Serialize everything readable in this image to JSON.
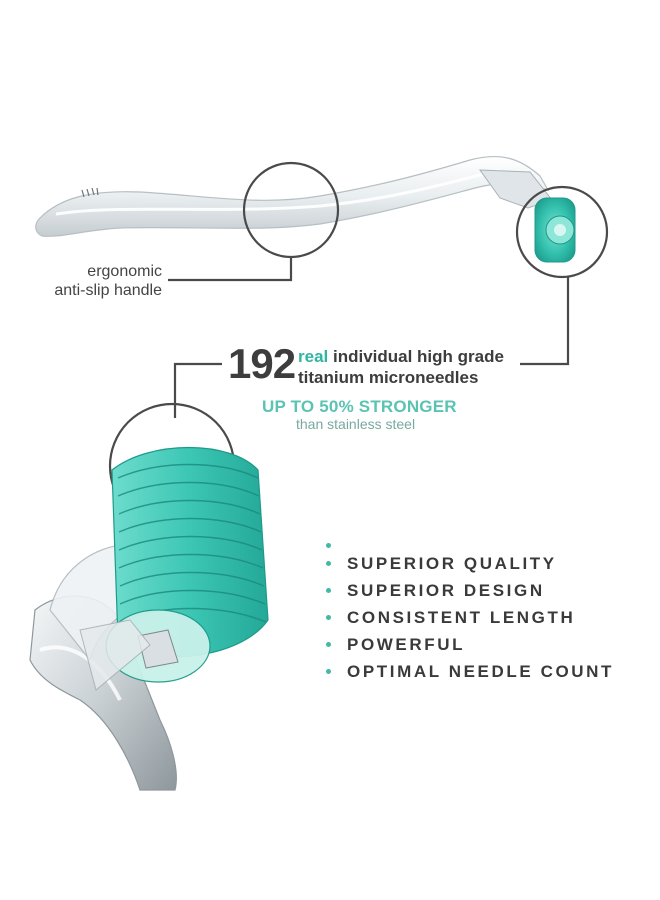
{
  "callouts": {
    "handle": {
      "line1": "ergonomic",
      "line2": "anti-slip handle"
    },
    "needles": {
      "count": "192",
      "accent_word": "real",
      "line1_rest": " individual high grade",
      "line2": "titanium microneedles",
      "strength_headline": "UP TO 50% STRONGER",
      "strength_sub": "than stainless steel"
    }
  },
  "features": [
    "SUPERIOR QUALITY",
    "SUPERIOR DESIGN",
    "CONSISTENT LENGTH",
    "POWERFUL",
    "OPTIMAL NEEDLE COUNT"
  ],
  "colors": {
    "accent_teal": "#2fb5a3",
    "roller_teal": "#3cc6b4",
    "callout_line": "#4a4a4a",
    "text_dark": "#3d3d3d"
  },
  "icons": {
    "bullet": "teal-dot"
  }
}
